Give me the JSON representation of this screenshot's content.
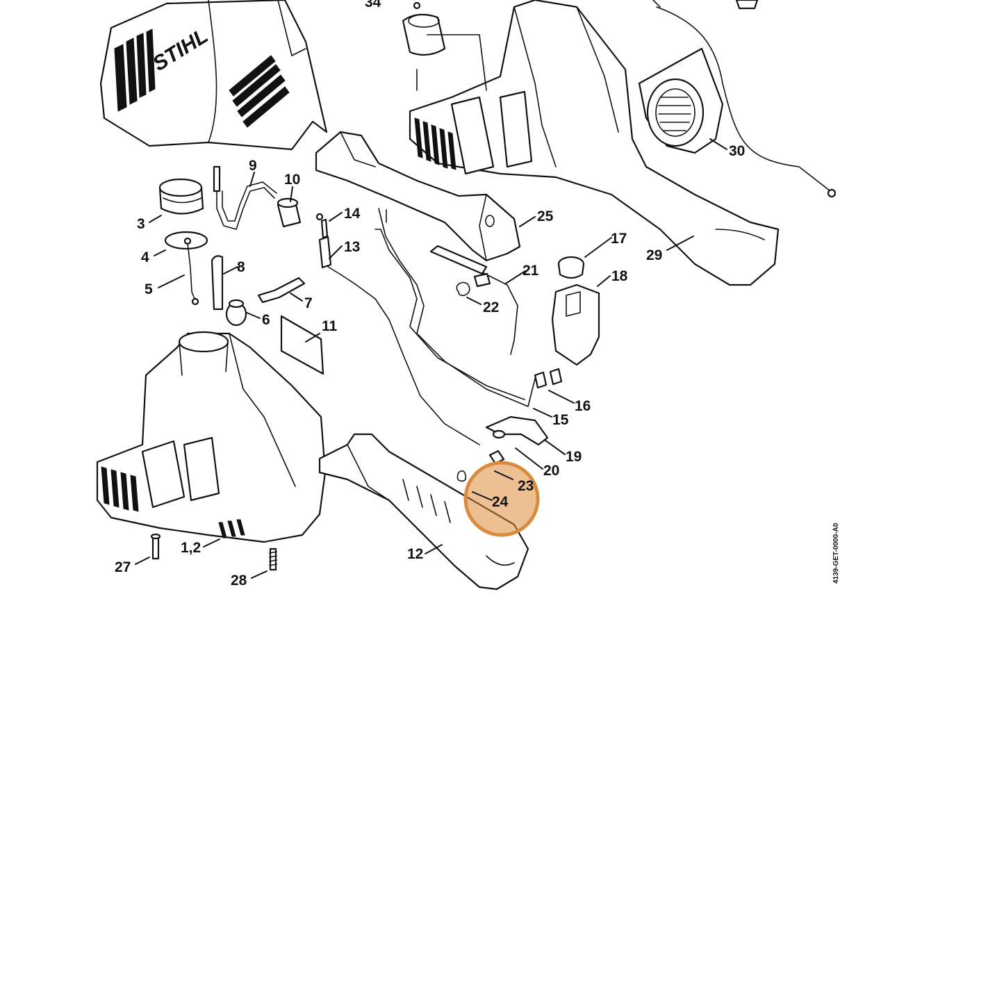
{
  "brand_mark": "STIHL",
  "drawing_number": "4139-GET-0000-A0",
  "highlight": {
    "part_number": "24",
    "color": "#d98a3c"
  },
  "part_labels": {
    "p3": "3",
    "p4": "4",
    "p5": "5",
    "p6": "6",
    "p7": "7",
    "p8": "8",
    "p9": "9",
    "p10": "10",
    "p11": "11",
    "p12": "12",
    "p13": "13",
    "p14": "14",
    "p15": "15",
    "p16": "16",
    "p17": "17",
    "p18": "18",
    "p19": "19",
    "p20": "20",
    "p21": "21",
    "p22": "22",
    "p23": "23",
    "p24": "24",
    "p25": "25",
    "p27": "27",
    "p28": "28",
    "p29": "29",
    "p30": "30",
    "p34": "34",
    "p1_2": "1,2"
  }
}
